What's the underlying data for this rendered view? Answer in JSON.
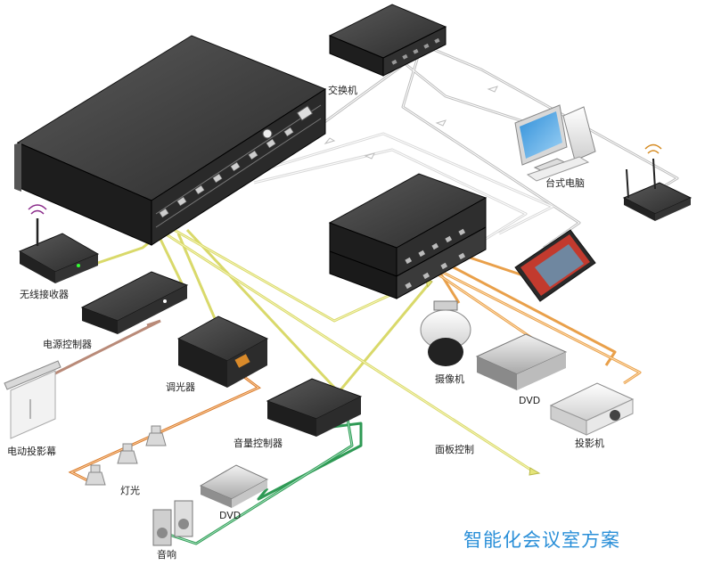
{
  "title": "智能化会议室方案",
  "labels": {
    "switch": "交换机",
    "desktop": "台式电脑",
    "receiver": "无线接收器",
    "power_ctrl": "电源控制器",
    "screen": "电动投影幕",
    "dimmer": "调光器",
    "lights": "灯光",
    "volume_ctrl": "音量控制器",
    "dvd_small": "DVD",
    "speaker": "音响",
    "panel": "面板控制",
    "camera": "摄像机",
    "dvd": "DVD",
    "projector": "投影机"
  },
  "colors": {
    "title": "#2a8fd8",
    "network": "#c8c8c8",
    "control": "#d9d96a",
    "video": "#e39b3a",
    "dimmer_line": "#d97a2a",
    "audio": "#2f9a55",
    "power_line": "#b98a78"
  }
}
